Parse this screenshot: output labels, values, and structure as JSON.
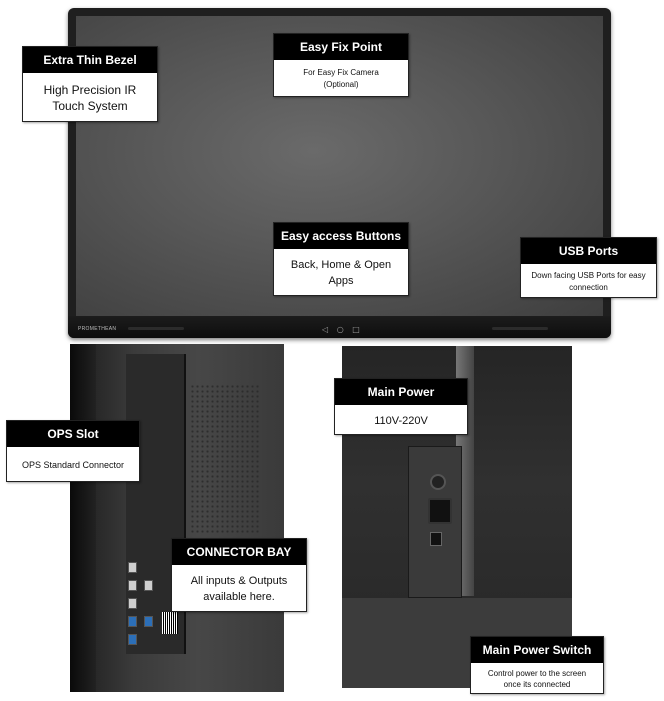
{
  "display": {
    "brand": "PROMETHEAN",
    "nav_icons": "◁ ○ □"
  },
  "callouts": {
    "extra_thin_bezel": {
      "title": "Extra Thin Bezel",
      "body": "High Precision IR Touch System"
    },
    "easy_fix_point": {
      "title": "Easy Fix Point",
      "body": "For Easy Fix Camera (Optional)"
    },
    "easy_access_buttons": {
      "title": "Easy access Buttons",
      "body": "Back, Home & Open Apps"
    },
    "usb_ports": {
      "title": "USB Ports",
      "body": "Down facing USB Ports for easy connection"
    },
    "ops_slot": {
      "title": "OPS Slot",
      "body": "OPS Standard Connector"
    },
    "connector_bay": {
      "title": "CONNECTOR BAY",
      "body": "All inputs & Outputs available here."
    },
    "main_power": {
      "title": "Main Power",
      "body": "110V-220V"
    },
    "main_power_switch": {
      "title": "Main Power Switch",
      "body": "Control power to the screen once its connected"
    }
  },
  "colors": {
    "callout_header": "#000000",
    "port_blue": "#2c6fb8"
  }
}
